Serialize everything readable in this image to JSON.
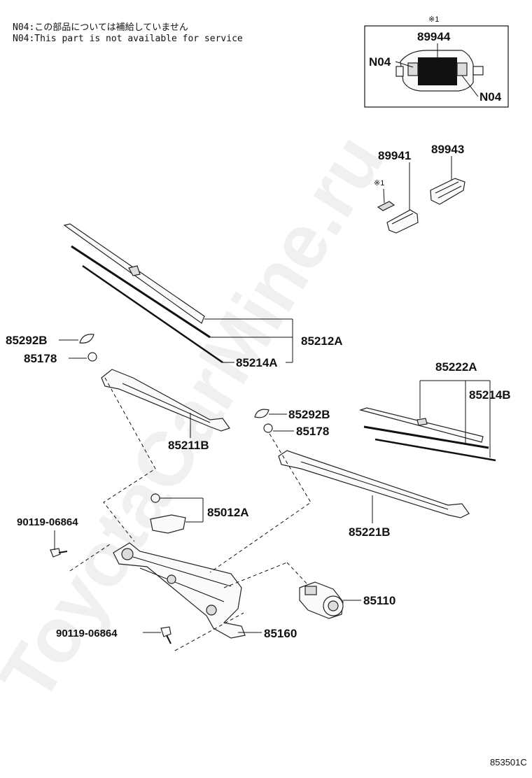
{
  "notes": {
    "jp": "N04:この部品については補給していません",
    "en": "N04:This part is not available for service"
  },
  "watermark": "ToyotaCarMine.ru",
  "diagram_code": "853501C",
  "inset": {
    "ref_mark": "※1",
    "part": "89944",
    "n04_left": "N04",
    "n04_right": "N04"
  },
  "labels": {
    "p89941": "89941",
    "p89943": "89943",
    "ref_small": "※1",
    "p85292b_left": "85292B",
    "p85178_left": "85178",
    "p85212a": "85212A",
    "p85214a": "85214A",
    "p85211b": "85211B",
    "p85292b_right": "85292B",
    "p85178_right": "85178",
    "p85222a": "85222A",
    "p85214b": "85214B",
    "p85221b": "85221B",
    "p85012a": "85012A",
    "bolt_top": "90119-06864",
    "bolt_bottom": "90119-06864",
    "p85110": "85110",
    "p85160": "85160"
  }
}
